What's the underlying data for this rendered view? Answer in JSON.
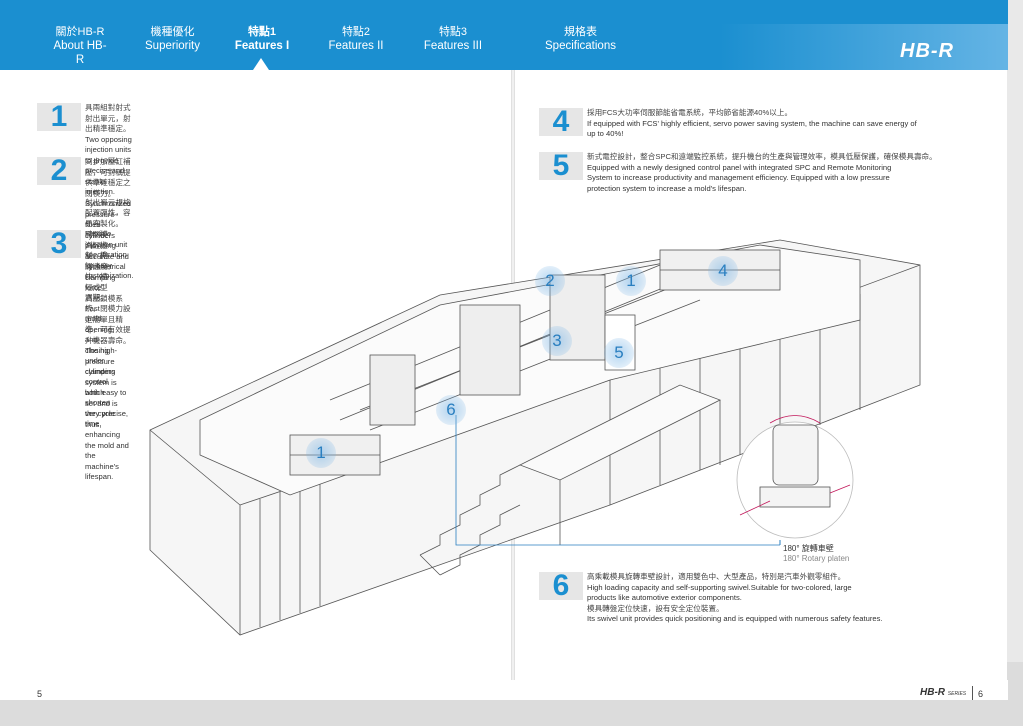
{
  "nav": {
    "items": [
      {
        "zh": "關於HB-R",
        "en": "About HB-R"
      },
      {
        "zh": "機種優化",
        "en": "Superiority"
      },
      {
        "zh": "特點1",
        "en": "Features I"
      },
      {
        "zh": "特點2",
        "en": "Features II"
      },
      {
        "zh": "特點3",
        "en": "Features III"
      },
      {
        "zh": "規格表",
        "en": "Specifications"
      }
    ],
    "active_index": 2
  },
  "brand": "HB-R",
  "features": [
    {
      "num": "1",
      "lines": [
        "具兩組對射式射出單元，射出精準穩定。",
        "Two opposing injection units to provide precise and stable injection.",
        "射出單元規格配置彈性，容易客製化。",
        "Flexible injection unit specification for easy customization."
      ]
    },
    {
      "num": "2",
      "lines": [
        "同步加壓缸補壓，可對稱提供準確穩定之閉模力。",
        "Synchronized pressure-filled cylinders providing accurate and symmetrical clamping force.",
        "高壓鎖模系統，閉模力設定簡單且精準，可有效提升機器壽命。",
        "The high-pressure clamping system is both easy to set and is very precise, thus, enhancing",
        "the mold and the machine's lifespan."
      ]
    },
    {
      "num": "3",
      "lines": [
        "開關模汽缸控制，開關速度快，縮短成型週期。",
        "Fast mold opening and closing under cylinders control which shorten the cycle time."
      ]
    },
    {
      "num": "4",
      "lines": [
        "採用FCS大功率伺服節能省電系統，平均節省能源40%以上。",
        "If equipped with FCS' highly efficient, servo power saving system, the machine can save energy of",
        "up to 40%!"
      ]
    },
    {
      "num": "5",
      "lines": [
        "新式電控設計，整合SPC和遠端監控系統，提升機台的生產與管理效率，模具低壓保護，確保模具壽命。",
        "Equipped with a newly designed control panel with integrated SPC and Remote Monitoring",
        "System to increase productivity and management efficiency. Equipped with a low pressure",
        "protection system to increase a mold's lifespan."
      ]
    },
    {
      "num": "6",
      "lines": [
        "高乘載模具旋轉車壁設計，適用雙色中、大型產品，特別是汽車外觀零組件。",
        "High loading capacity and self-supporting swivel.Suitable for two-colored, large",
        "products like automotive exterior components.",
        "模具轉盤定位快速，設有安全定位裝置。",
        "Its swivel unit provides quick positioning and is equipped with numerous safety features."
      ]
    }
  ],
  "callouts": [
    "1",
    "2",
    "1",
    "3",
    "4",
    "5",
    "6"
  ],
  "rotary": {
    "zh": "180° 旋轉車壁",
    "en": "180° Rotary platen"
  },
  "footer": {
    "left_page": "5",
    "right_page": "6",
    "brand": "HB-R",
    "series": "SERIES"
  },
  "colors": {
    "accent": "#1b8fd0",
    "number_bg": "#e6e6e6"
  }
}
